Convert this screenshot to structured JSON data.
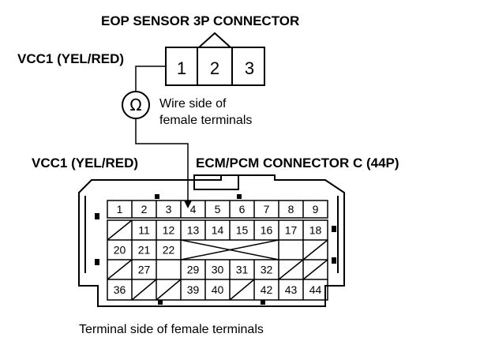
{
  "eop_connector": {
    "title": "EOP SENSOR 3P CONNECTOR",
    "wire_label": "VCC1 (YEL/RED)",
    "pins": [
      "1",
      "2",
      "3"
    ]
  },
  "meter": {
    "symbol": "Ω",
    "note_line1": "Wire side of",
    "note_line2": "female terminals"
  },
  "ecm_connector": {
    "title": "ECM/PCM CONNECTOR C (44P)",
    "wire_label": "VCC1 (YEL/RED)",
    "row1": [
      "1",
      "2",
      "3",
      "4",
      "5",
      "6",
      "7",
      "8",
      "9"
    ],
    "row2": [
      "11",
      "12",
      "13",
      "14",
      "15",
      "16",
      "17",
      "18"
    ],
    "row3": [
      "20",
      "21",
      "22"
    ],
    "row4": [
      "27",
      "29",
      "30",
      "31",
      "32"
    ],
    "row5": [
      "36",
      "39",
      "40",
      "42",
      "43",
      "44"
    ],
    "footer": "Terminal side of female terminals"
  }
}
